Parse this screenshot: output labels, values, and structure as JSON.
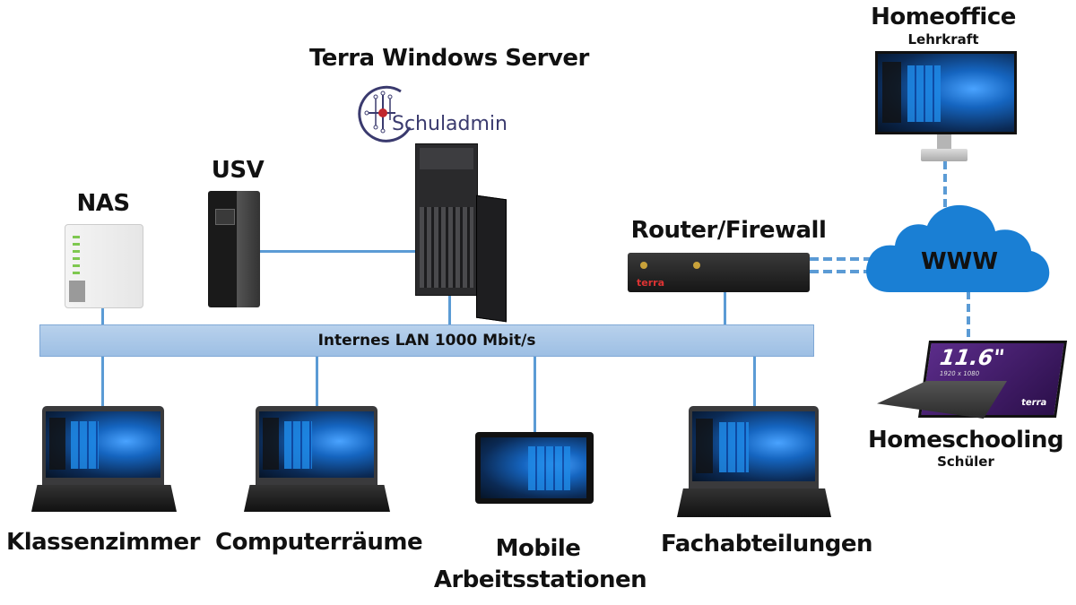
{
  "title": "Terra Windows Server",
  "logo": {
    "text": "Schuladmin",
    "icon": "network-node-icon",
    "color": "#3a3a6e",
    "accent": "#c0262d"
  },
  "nodes": {
    "nas": {
      "label": "NAS"
    },
    "usv": {
      "label": "USV"
    },
    "server": {
      "label": "Terra Windows Server"
    },
    "router": {
      "label": "Router/Firewall",
      "brand": "terra"
    },
    "www": {
      "label": "WWW"
    },
    "homeoffice": {
      "label": "Homeoffice",
      "sublabel": "Lehrkraft"
    },
    "homeschooling": {
      "label": "Homeschooling",
      "sublabel": "Schüler",
      "screen_text": "11.6\"",
      "screen_subtext": "1920 x 1080",
      "brand": "terra"
    }
  },
  "lan": {
    "label": "Internes LAN 1000 Mbit/s"
  },
  "clients": [
    {
      "label": "Klassenzimmer"
    },
    {
      "label": "Computerräume"
    },
    {
      "label": "Mobile",
      "label2": "Arbeitsstationen"
    },
    {
      "label": "Fachabteilungen"
    }
  ],
  "colors": {
    "wire": "#5b9bd5",
    "lan_fill": "#a9c8e8",
    "cloud": "#1a7fd4"
  }
}
